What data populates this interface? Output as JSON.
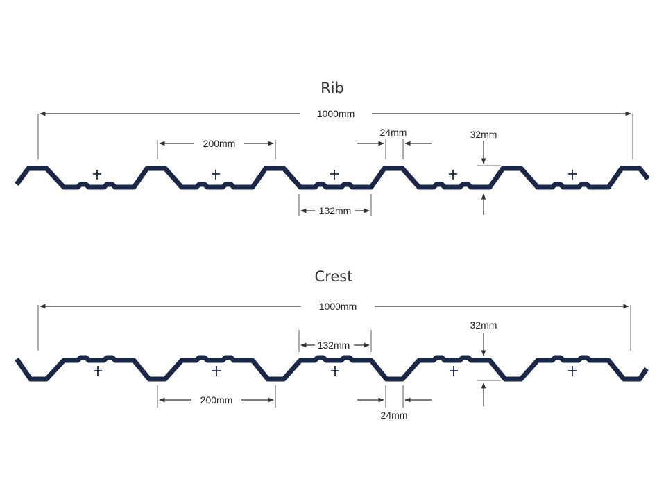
{
  "colors": {
    "profile": "#1b2747",
    "text": "#222222",
    "extension": "#9a9a9a"
  },
  "rib": {
    "title": "Rib",
    "width_label": "1000mm",
    "pitch_label": "200mm",
    "trough_label": "132mm",
    "crest_label": "24mm",
    "depth_label": "32mm"
  },
  "crest": {
    "title": "Crest",
    "width_label": "1000mm",
    "pitch_label": "200mm",
    "top_label": "132mm",
    "trough_label": "24mm",
    "depth_label": "32mm"
  }
}
